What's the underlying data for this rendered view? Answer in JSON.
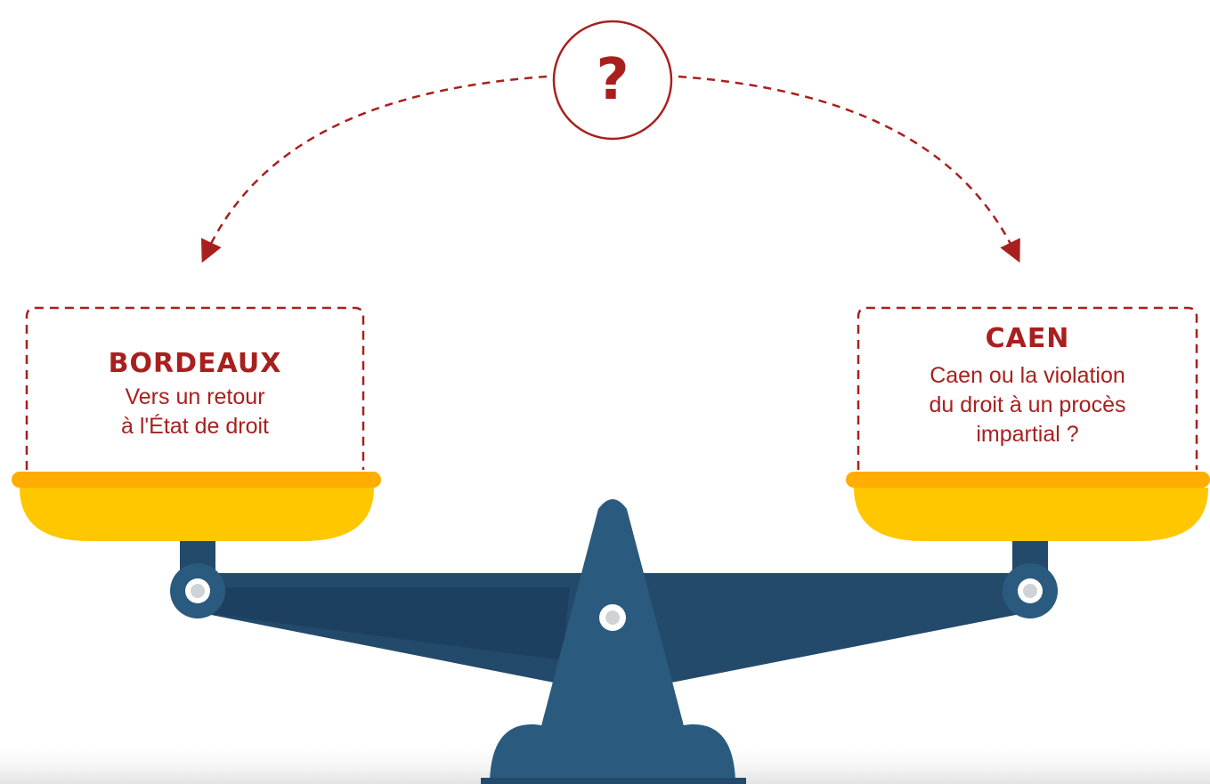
{
  "question_symbol": "?",
  "left_pan": {
    "title": "BORDEAUX",
    "text_lines": [
      "Vers un retour",
      "à l'État de droit"
    ]
  },
  "right_pan": {
    "title": "CAEN",
    "text_lines": [
      "Caen ou la violation",
      "du droit à un procès",
      "impartial ?"
    ]
  },
  "colors": {
    "accent_red": "#a8201e",
    "pan_yellow": "#ffc700",
    "pan_rim": "#ffad00",
    "beam_navy": "#234a6b",
    "stand_blue": "#2a5b7e"
  }
}
